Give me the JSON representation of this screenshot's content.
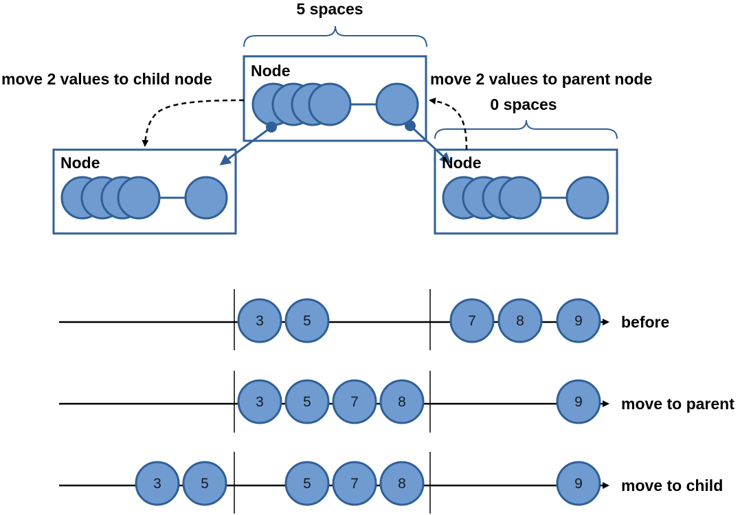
{
  "top": {
    "brace_top_label": "5 spaces",
    "brace_right_label": "0 spaces",
    "arrow_left_label": "move 2 values to child node",
    "arrow_right_label": "move 2 values to parent node",
    "nodes": [
      {
        "id": "parent",
        "label": "Node"
      },
      {
        "id": "left-child",
        "label": "Node"
      },
      {
        "id": "right-child",
        "label": "Node"
      }
    ]
  },
  "rows": [
    {
      "label": "before",
      "values": [
        "3",
        "5",
        "7",
        "8",
        "9"
      ]
    },
    {
      "label": "move to parent",
      "values": [
        "3",
        "5",
        "7",
        "8",
        "9"
      ]
    },
    {
      "label": "move to child",
      "values": [
        "3",
        "5",
        "5",
        "7",
        "8",
        "9"
      ]
    }
  ],
  "colors": {
    "ball_fill": "#6f9bd1",
    "ball_stroke": "#2f5f96",
    "line": "#000000"
  }
}
